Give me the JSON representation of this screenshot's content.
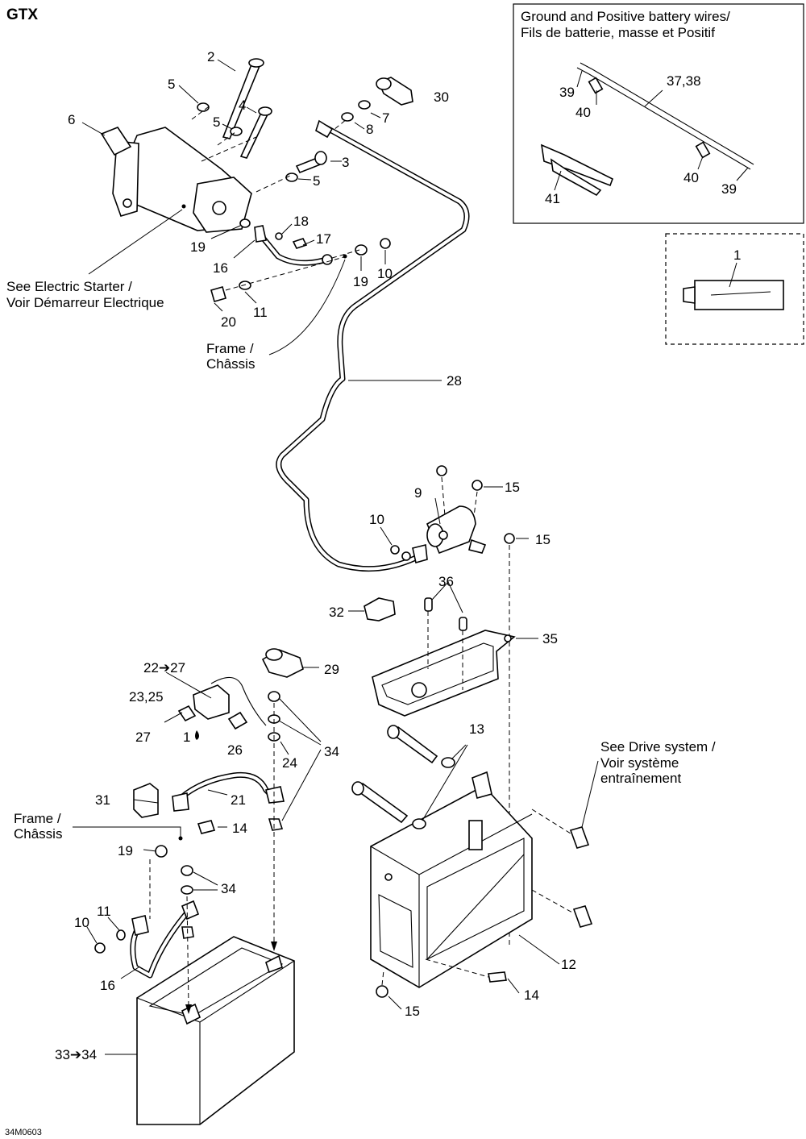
{
  "title": "GTX",
  "image_code": "34M0603",
  "inset_title_line1": "Ground and Positive battery wires/",
  "inset_title_line2": "Fils de batterie, masse et Positif",
  "notes": {
    "electric_starter_line1": "See Electric Starter /",
    "electric_starter_line2": "Voir Démarreur Electrique",
    "frame_top_line1": "Frame /",
    "frame_top_line2": "Châssis",
    "frame_bottom_line1": "Frame /",
    "frame_bottom_line2": "Châssis",
    "drive_line1": "See Drive system /",
    "drive_line2": "Voir système",
    "drive_line3": "entraînement"
  },
  "callouts": [
    {
      "id": "c2",
      "label": "2"
    },
    {
      "id": "c5a",
      "label": "5"
    },
    {
      "id": "c4",
      "label": "4"
    },
    {
      "id": "c5b",
      "label": "5"
    },
    {
      "id": "c6",
      "label": "6"
    },
    {
      "id": "c30",
      "label": "30"
    },
    {
      "id": "c7",
      "label": "7"
    },
    {
      "id": "c8",
      "label": "8"
    },
    {
      "id": "c3",
      "label": "3"
    },
    {
      "id": "c5c",
      "label": "5"
    },
    {
      "id": "c18",
      "label": "18"
    },
    {
      "id": "c19a",
      "label": "19"
    },
    {
      "id": "c17",
      "label": "17"
    },
    {
      "id": "c16a",
      "label": "16"
    },
    {
      "id": "c19b",
      "label": "19"
    },
    {
      "id": "c10a",
      "label": "10"
    },
    {
      "id": "c20",
      "label": "20"
    },
    {
      "id": "c11a",
      "label": "11"
    },
    {
      "id": "c28",
      "label": "28"
    },
    {
      "id": "c15a",
      "label": "15"
    },
    {
      "id": "c9",
      "label": "9"
    },
    {
      "id": "c10b",
      "label": "10"
    },
    {
      "id": "c15b",
      "label": "15"
    },
    {
      "id": "c36",
      "label": "36"
    },
    {
      "id": "c32",
      "label": "32"
    },
    {
      "id": "c35",
      "label": "35"
    },
    {
      "id": "c22",
      "label": "22➔27"
    },
    {
      "id": "c29",
      "label": "29"
    },
    {
      "id": "c23",
      "label": "23,25"
    },
    {
      "id": "c27",
      "label": "27"
    },
    {
      "id": "c1b",
      "label": "1"
    },
    {
      "id": "c26",
      "label": "26"
    },
    {
      "id": "c24",
      "label": "24"
    },
    {
      "id": "c34a",
      "label": "34"
    },
    {
      "id": "c13",
      "label": "13"
    },
    {
      "id": "c31",
      "label": "31"
    },
    {
      "id": "c21",
      "label": "21"
    },
    {
      "id": "c14a",
      "label": "14"
    },
    {
      "id": "c19c",
      "label": "19"
    },
    {
      "id": "c34b",
      "label": "34"
    },
    {
      "id": "c11b",
      "label": "11"
    },
    {
      "id": "c10c",
      "label": "10"
    },
    {
      "id": "c16b",
      "label": "16"
    },
    {
      "id": "c12",
      "label": "12"
    },
    {
      "id": "c14b",
      "label": "14"
    },
    {
      "id": "c15c",
      "label": "15"
    },
    {
      "id": "c33",
      "label": "33➔34"
    },
    {
      "id": "c39a",
      "label": "39"
    },
    {
      "id": "c37",
      "label": "37,38"
    },
    {
      "id": "c40a",
      "label": "40"
    },
    {
      "id": "c40b",
      "label": "40"
    },
    {
      "id": "c39b",
      "label": "39"
    },
    {
      "id": "c41",
      "label": "41"
    },
    {
      "id": "c1a",
      "label": "1"
    }
  ]
}
